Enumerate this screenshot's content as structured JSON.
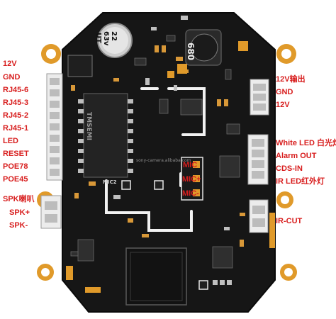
{
  "left_labels": [
    "12V",
    "GND",
    "RJ45-6",
    "RJ45-3",
    "RJ45-2",
    "RJ45-1",
    "LED",
    "RESET",
    "POE78",
    "POE45",
    "SPK喇叭",
    "SPK+",
    "SPK-"
  ],
  "right_labels_top": [
    "12V输出",
    "GND",
    "12V"
  ],
  "right_labels_mid": [
    "White LED 白光灯",
    "Alarm OUT",
    "CDS-IN",
    "IR LED红外灯"
  ],
  "right_labels_bottom": [
    "IR-CUT"
  ],
  "mic_labels": [
    "MIC",
    "MIC+",
    "MIC-"
  ],
  "capacitor_text": [
    "22",
    "63v",
    "UT"
  ],
  "inductor_text": "680",
  "transformer_text": "TMSEMI",
  "silkscreen": {
    "mic_ref": "MIC2",
    "watermark": "sony-camera.alibaba.com"
  },
  "colors": {
    "board": "#161616",
    "pad": "#e09a2a",
    "label": "#d81e1e",
    "silk": "#f2f2f2"
  }
}
